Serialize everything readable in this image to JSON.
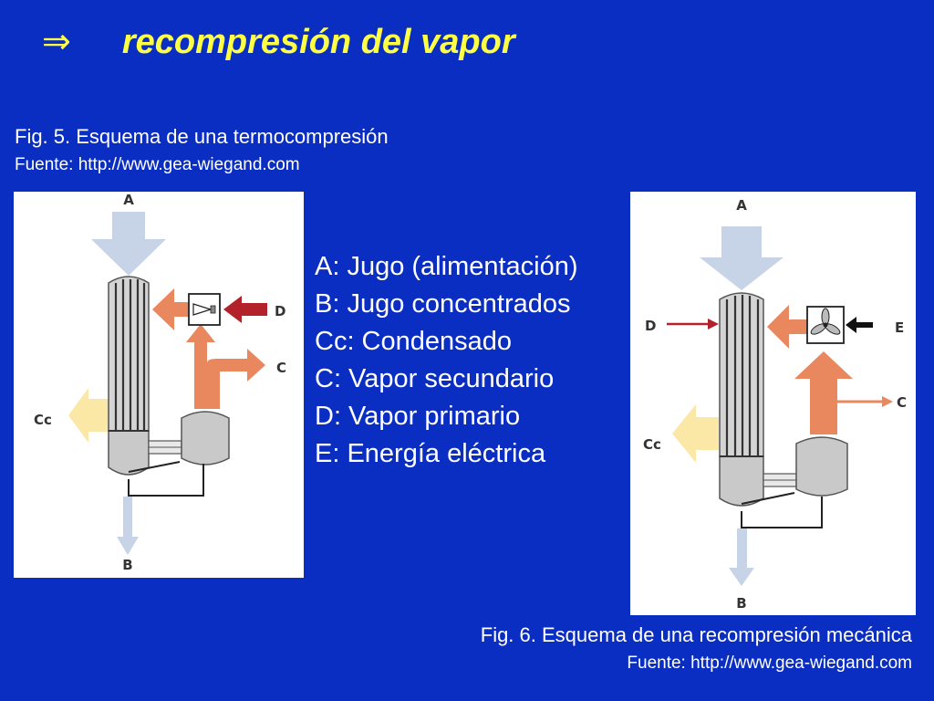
{
  "slide": {
    "arrow_symbol": "⇒",
    "title": "recompresión del vapor"
  },
  "figure5": {
    "caption": "Fig. 5. Esquema de una termocompresión",
    "source": "Fuente: http://www.gea-wiegand.com",
    "labels": {
      "a": "A",
      "b": "B",
      "c": "C",
      "d": "D",
      "cc": "Cc"
    }
  },
  "figure6": {
    "caption": "Fig. 6. Esquema de una recompresión mecánica",
    "source": "Fuente: http://www.gea-wiegand.com",
    "labels": {
      "a": "A",
      "b": "B",
      "c": "C",
      "d": "D",
      "e": "E",
      "cc": "Cc"
    }
  },
  "legend": [
    "A: Jugo (alimentación)",
    "B: Jugo concentrados",
    "Cc: Condensado",
    "C: Vapor secundario",
    "D: Vapor primario",
    "E: Energía eléctrica"
  ],
  "colors": {
    "background": "#0a2ec2",
    "title": "#ffff44",
    "feed_arrow": "#c7d3e6",
    "steam_arrow": "#e9875e",
    "primary_steam": "#b3222a",
    "condensate_arrow": "#fbe8a6",
    "vessel": "#c9c9c9"
  }
}
